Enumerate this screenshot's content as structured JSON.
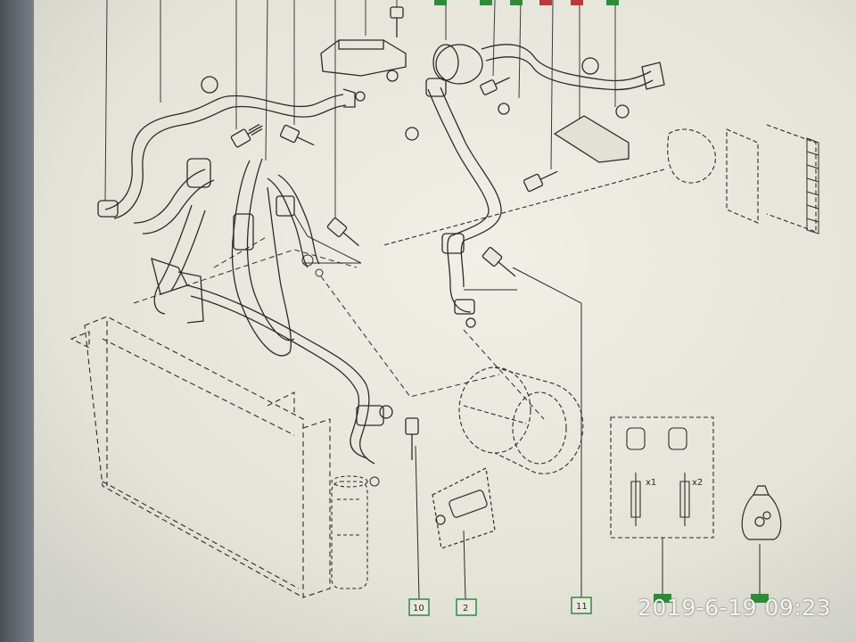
{
  "diagram": {
    "part_labels": [
      "10",
      "2",
      "11"
    ],
    "valve_qty_labels": [
      "x1",
      "x2"
    ]
  },
  "photo_overlay": {
    "timestamp": "2019-6-19 09:23"
  },
  "colors": {
    "paper": "#e8e7dc",
    "line": "#2b2b2b",
    "callout_green": "#2f8a3c",
    "callout_red": "#b83a3a"
  }
}
